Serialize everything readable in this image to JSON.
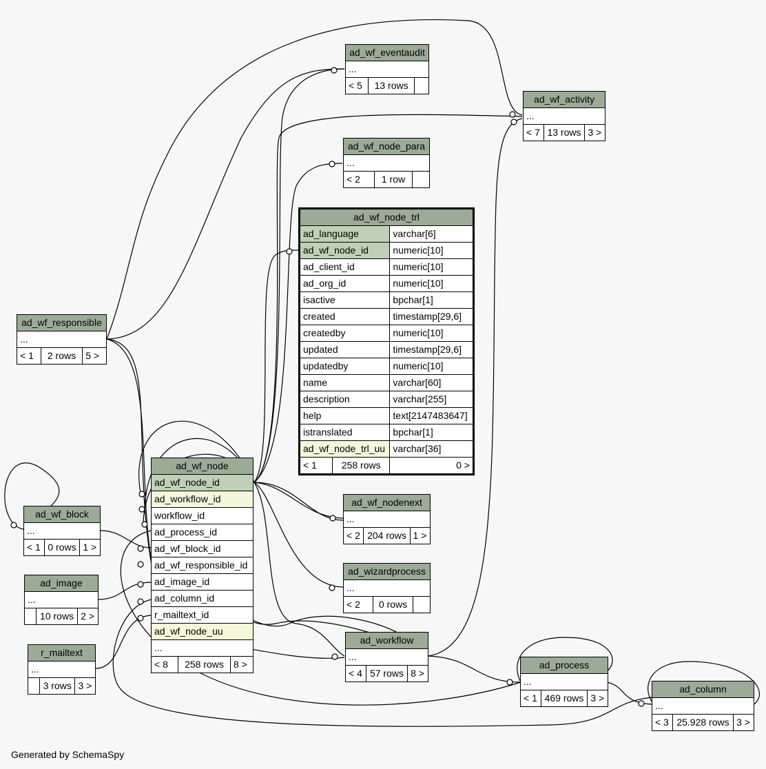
{
  "footer": "Generated by SchemaSpy",
  "tables": {
    "ad_wf_eventaudit": {
      "name": "ad_wf_eventaudit",
      "row": "...",
      "left": "< 5",
      "rows": "13 rows",
      "right": ""
    },
    "ad_wf_activity": {
      "name": "ad_wf_activity",
      "row": "...",
      "left": "< 7",
      "rows": "13 rows",
      "right": "3 >"
    },
    "ad_wf_node_para": {
      "name": "ad_wf_node_para",
      "row": "...",
      "left": "< 2",
      "rows": "1 row",
      "right": ""
    },
    "ad_wf_node_trl": {
      "name": "ad_wf_node_trl",
      "columns": [
        {
          "name": "ad_language",
          "type": "varchar[6]"
        },
        {
          "name": "ad_wf_node_id",
          "type": "numeric[10]"
        },
        {
          "name": "ad_client_id",
          "type": "numeric[10]"
        },
        {
          "name": "ad_org_id",
          "type": "numeric[10]"
        },
        {
          "name": "isactive",
          "type": "bpchar[1]"
        },
        {
          "name": "created",
          "type": "timestamp[29,6]"
        },
        {
          "name": "createdby",
          "type": "numeric[10]"
        },
        {
          "name": "updated",
          "type": "timestamp[29,6]"
        },
        {
          "name": "updatedby",
          "type": "numeric[10]"
        },
        {
          "name": "name",
          "type": "varchar[60]"
        },
        {
          "name": "description",
          "type": "varchar[255]"
        },
        {
          "name": "help",
          "type": "text[2147483647]"
        },
        {
          "name": "istranslated",
          "type": "bpchar[1]"
        },
        {
          "name": "ad_wf_node_trl_uu",
          "type": "varchar[36]"
        }
      ],
      "left": "< 1",
      "rows": "258 rows",
      "right": "0 >"
    },
    "ad_wf_responsible": {
      "name": "ad_wf_responsible",
      "row": "...",
      "left": "< 1",
      "rows": "2 rows",
      "right": "5 >"
    },
    "ad_wf_node": {
      "name": "ad_wf_node",
      "columns": [
        "ad_wf_node_id",
        "ad_workflow_id",
        "workflow_id",
        "ad_process_id",
        "ad_wf_block_id",
        "ad_wf_responsible_id",
        "ad_image_id",
        "ad_column_id",
        "r_mailtext_id",
        "ad_wf_node_uu",
        "..."
      ],
      "left": "< 8",
      "rows": "258 rows",
      "right": "8 >"
    },
    "ad_wf_block": {
      "name": "ad_wf_block",
      "row": "...",
      "left": "< 1",
      "rows": "0 rows",
      "right": "1 >"
    },
    "ad_image": {
      "name": "ad_image",
      "row": "...",
      "left": "",
      "rows": "10 rows",
      "right": "2 >"
    },
    "r_mailtext": {
      "name": "r_mailtext",
      "row": "...",
      "left": "",
      "rows": "3 rows",
      "right": "3 >"
    },
    "ad_wf_nodenext": {
      "name": "ad_wf_nodenext",
      "row": "...",
      "left": "< 2",
      "rows": "204 rows",
      "right": "1 >"
    },
    "ad_wizardprocess": {
      "name": "ad_wizardprocess",
      "row": "...",
      "left": "< 2",
      "rows": "0 rows",
      "right": ""
    },
    "ad_workflow": {
      "name": "ad_workflow",
      "row": "...",
      "left": "< 4",
      "rows": "57 rows",
      "right": "8 >"
    },
    "ad_process": {
      "name": "ad_process",
      "row": "...",
      "left": "< 1",
      "rows": "469 rows",
      "right": "3 >"
    },
    "ad_column": {
      "name": "ad_column",
      "row": "...",
      "left": "< 3",
      "rows": "25.928 rows",
      "right": "3 >"
    }
  }
}
